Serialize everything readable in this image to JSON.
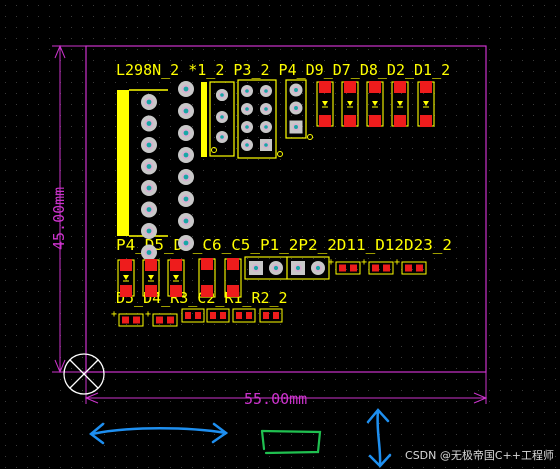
{
  "colors": {
    "background": "#000000",
    "outline": "#cc33cc",
    "silkscreen": "#ffff00",
    "pad_red": "#ee1c1c",
    "pad_ring": "#c8c8c8",
    "via_teal": "#19a6a6",
    "pink_pad": "#d7b2cf",
    "annotation_blue": "#1e8ff0",
    "annotation_green": "#20c050"
  },
  "dimensions": {
    "width_label": "55.00mm",
    "height_label": "45.00mm"
  },
  "labels": {
    "row1": "L298N_2 *1_2 P3_2 P4_D9_D7_D8_D2_D1_2",
    "row2": "P4_D5_D6_C6_C5_P1_2P2_2D11_D12D23_2",
    "row3": "D5_D4_R3_C2_R1_R2_2"
  },
  "icons": {
    "origin_marker": "origin-crosshair-icon",
    "arrow_horizontal": "double-arrow-horizontal-icon",
    "arrow_vertical": "double-arrow-vertical-icon",
    "rectangle_sketch": "rectangle-sketch-icon"
  },
  "watermark": "CSDN @无极帝国C++工程师"
}
